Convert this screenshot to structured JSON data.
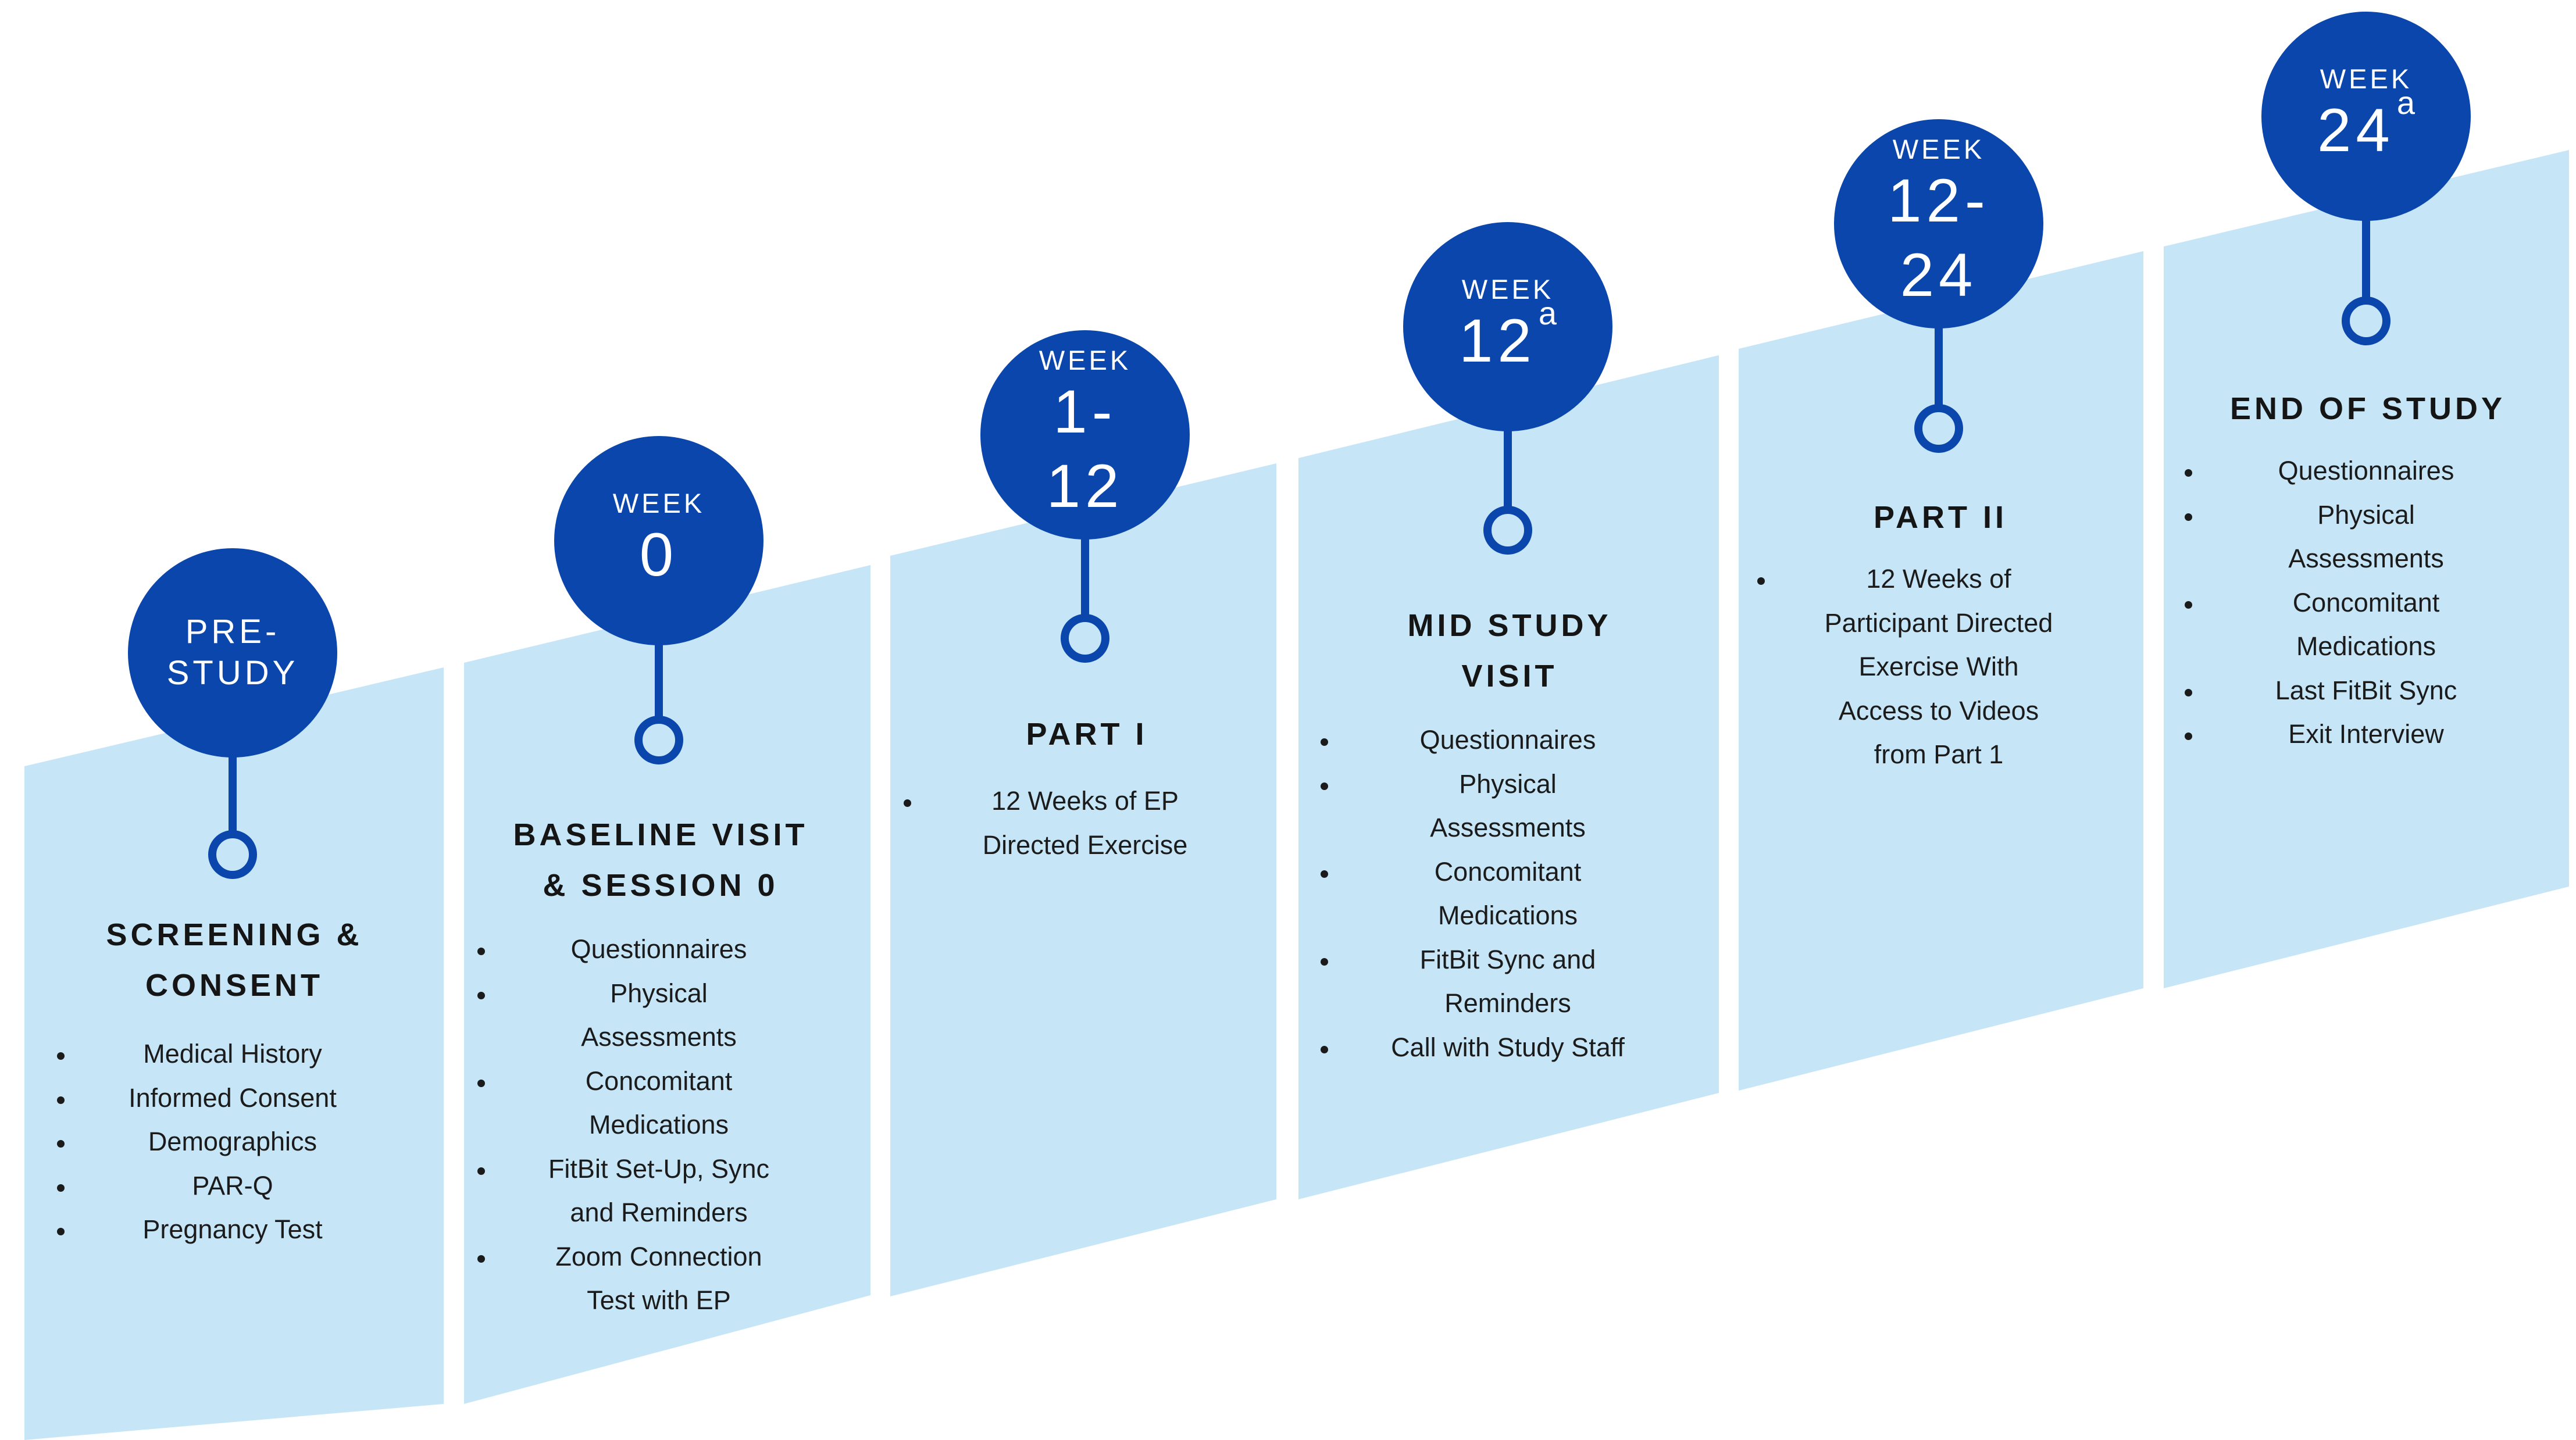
{
  "colors": {
    "panel": "#c6e6f8",
    "milestone": "#0a46ac",
    "text": "#1b1b1b"
  },
  "phases": [
    {
      "week_label": "",
      "week_value": "PRE-\nSTUDY",
      "superscript": "",
      "title": "SCREENING &\nCONSENT",
      "items": [
        "Medical History",
        "Informed Consent",
        "Demographics",
        "PAR-Q",
        "Pregnancy Test"
      ]
    },
    {
      "week_label": "WEEK",
      "week_value": "0",
      "superscript": "",
      "title": "BASELINE VISIT\n& SESSION 0",
      "items": [
        "Questionnaires",
        "Physical\nAssessments",
        "Concomitant\nMedications",
        "FitBit Set-Up, Sync\nand Reminders",
        "Zoom Connection\nTest with EP"
      ]
    },
    {
      "week_label": "WEEK",
      "week_value": "1-\n12",
      "superscript": "",
      "title": "PART I",
      "items": [
        "12 Weeks of EP\nDirected Exercise"
      ]
    },
    {
      "week_label": "WEEK",
      "week_value": "12",
      "superscript": "a",
      "title": "MID STUDY\nVISIT",
      "items": [
        "Questionnaires",
        "Physical\nAssessments",
        "Concomitant\nMedications",
        "FitBit Sync and\nReminders",
        "Call with Study Staff"
      ]
    },
    {
      "week_label": "WEEK",
      "week_value": "12-\n24",
      "superscript": "",
      "title": "PART II",
      "items": [
        "12 Weeks of\nParticipant Directed\nExercise With\nAccess to Videos\nfrom Part 1"
      ]
    },
    {
      "week_label": "WEEK",
      "week_value": "24",
      "superscript": "a",
      "title": "END OF STUDY",
      "items": [
        "Questionnaires",
        "Physical\nAssessments",
        "Concomitant\nMedications",
        "Last FitBit Sync",
        "Exit Interview"
      ]
    }
  ]
}
